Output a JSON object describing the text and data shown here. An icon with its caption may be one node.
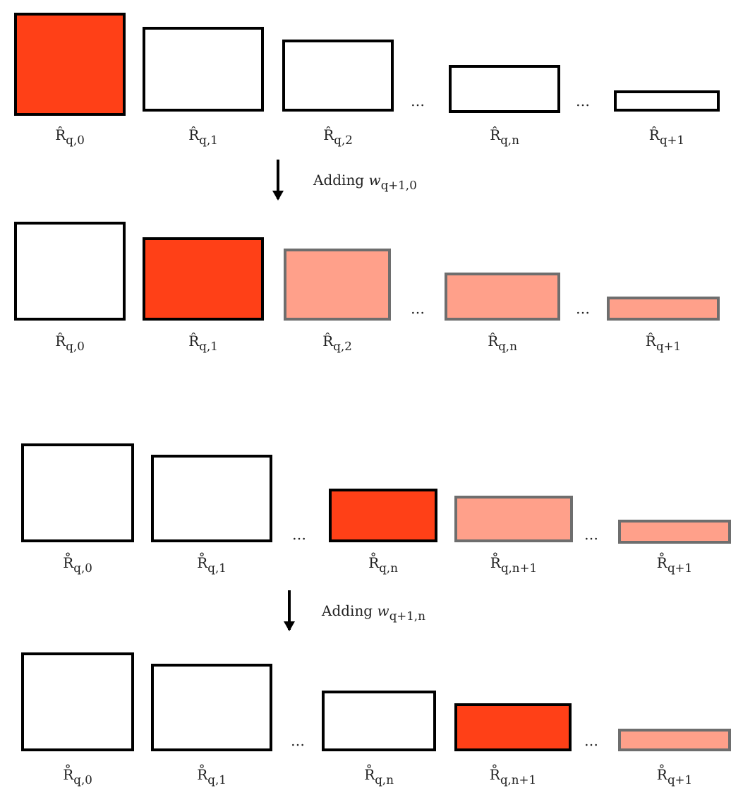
{
  "diagram": {
    "nodes": [
      {
        "text": [],
        "shape": "box",
        "beside": [
          "R̂$_{q,0}$"
        ]
      },
      {
        "text": [],
        "shape": "box",
        "beside": [
          "R̂$_{q,1}$"
        ]
      },
      {
        "text": [],
        "shape": "box",
        "beside": [
          "R̂$_{q,2}$"
        ]
      },
      {
        "text": [],
        "shape": "box",
        "beside": [
          "R̂$_{q,n}$"
        ]
      },
      {
        "text": [],
        "shape": "box",
        "beside": [
          "R̂$_{q+1}$"
        ]
      },
      {
        "text": [],
        "shape": "box",
        "beside": [
          "R̂$_{q,0}$"
        ]
      },
      {
        "text": [],
        "shape": "box",
        "beside": [
          "R̂$_{q,1}$"
        ]
      },
      {
        "text": [],
        "shape": "box",
        "beside": [
          "R̂$_{q,2}$"
        ]
      },
      {
        "text": [],
        "shape": "box",
        "beside": [
          "R̂$_{q,n}$"
        ]
      },
      {
        "text": [],
        "shape": "box",
        "beside": [
          "R̂$_{q+1}$"
        ]
      },
      {
        "text": [],
        "shape": "box",
        "beside": [
          "R̊$_{q,0}$"
        ]
      },
      {
        "text": [],
        "shape": "box",
        "beside": [
          "R̊$_{q,1}$"
        ]
      },
      {
        "text": [],
        "shape": "box",
        "beside": [
          "R̊$_{q,n}$"
        ]
      },
      {
        "text": [],
        "shape": "box",
        "beside": [
          "R̊$_{q,n+1}$"
        ]
      },
      {
        "text": [],
        "shape": "box",
        "beside": [
          "R̊$_{q+1}$"
        ]
      },
      {
        "text": [],
        "shape": "box",
        "beside": [
          "R̊$_{q,0}$"
        ]
      },
      {
        "text": [],
        "shape": "box",
        "beside": [
          "R̊$_{q,1}$"
        ]
      },
      {
        "text": [],
        "shape": "box",
        "beside": [
          "R̊$_{q,n}$"
        ]
      },
      {
        "text": [],
        "shape": "box",
        "beside": [
          "R̊$_{q,n+1}$"
        ]
      },
      {
        "text": [],
        "shape": "box",
        "beside": [
          "R̊$_{q+1}$"
        ]
      }
    ],
    "labels": [
      "…",
      "…",
      "Adding *w*$_{q+1,0}$",
      "…",
      "…",
      "…",
      "…",
      "Adding *w*$_{q+1,n}$",
      "…",
      "…"
    ]
  }
}
